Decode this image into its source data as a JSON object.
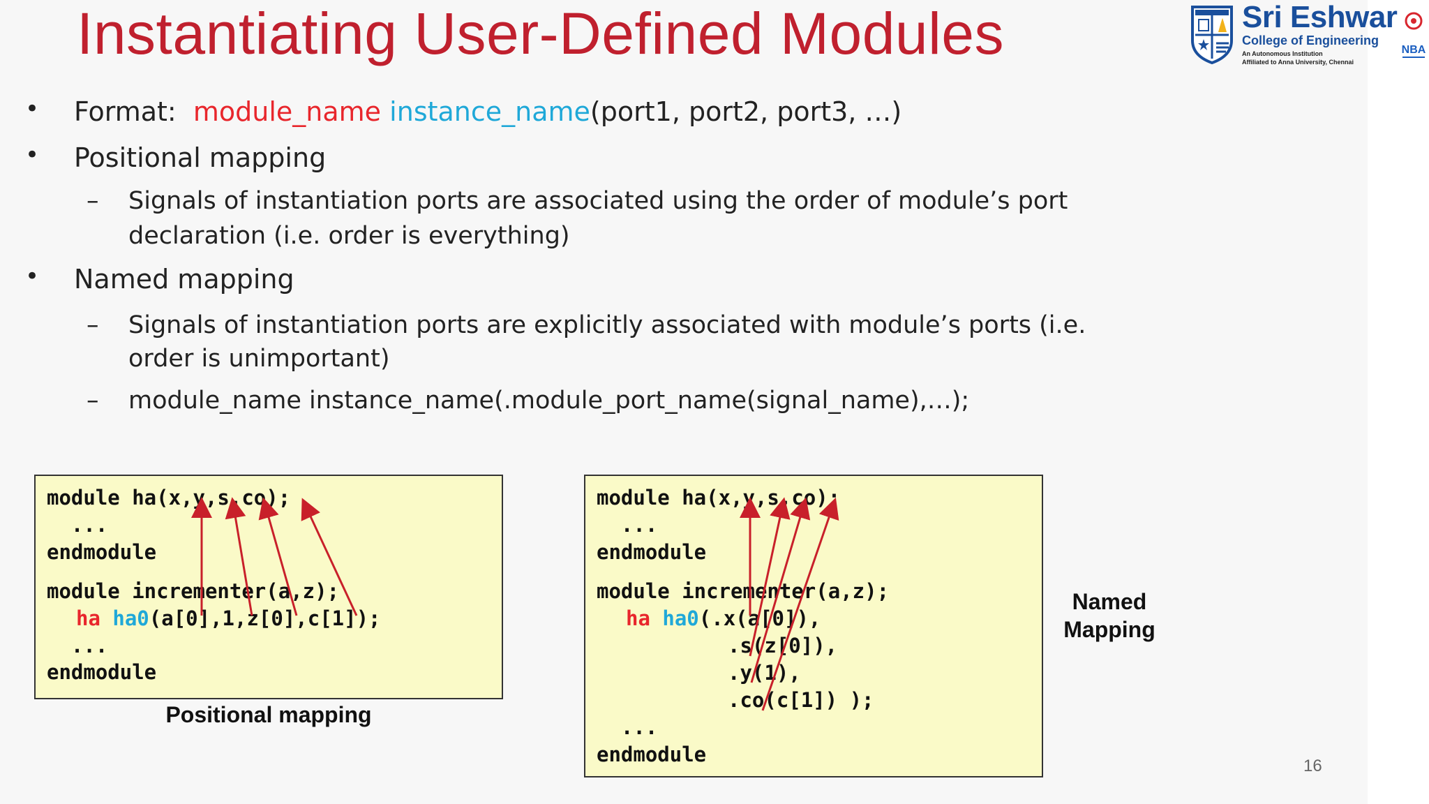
{
  "title": "Instantiating User-Defined Modules",
  "logo": {
    "name": "Sri Eshwar",
    "college": "College of Engineering",
    "line1": "An Autonomous Institution",
    "line2": "Affiliated to Anna University, Chennai",
    "badge": "NBA"
  },
  "bullets": {
    "format_label": "Format:",
    "format_module": "module_name",
    "format_instance": "instance_name",
    "format_ports": "(port1, port2, port3, …)",
    "positional_label": "Positional mapping",
    "positional_desc_1": "Signals of instantiation ports are associated using the order of module’s port",
    "positional_desc_2": "declaration (i.e. order is everything)",
    "named_label": "Named mapping",
    "named_desc_1": "Signals of instantiation ports are explicitly associated with module’s ports (i.e.",
    "named_desc_2": "order is unimportant)",
    "named_syntax": "module_name instance_name(.module_port_name(signal_name),…);"
  },
  "positional_code": {
    "line1": "module ha(x,y,s,co);",
    "line2": "  ...",
    "line3": "endmodule",
    "line4": "module incrementer(a,z);",
    "line5_kw": "ha",
    "line5_inst": "ha0",
    "line5_rest": "(a[0],1,z[0],c[1]);",
    "line6": "  ...",
    "line7": "endmodule",
    "caption": "Positional mapping"
  },
  "named_code": {
    "line1": "module ha(x,y,s,co);",
    "line2": "  ...",
    "line3": "endmodule",
    "line4": "module incrementer(a,z);",
    "line5_kw": "ha",
    "line5_inst": "ha0",
    "line5_rest": "(.x(a[0]),",
    "line6": ".s(z[0]),",
    "line7": ".y(1),",
    "line8": ".co(c[1]) );",
    "line9": "  ...",
    "line10": "endmodule",
    "caption_1": "Named",
    "caption_2": "Mapping"
  },
  "page_number": "16",
  "colors": {
    "title": "#c0202e",
    "module_name": "#e8262c",
    "instance_name": "#1fa8d8",
    "arrow": "#c8202a",
    "code_bg": "#fafac8",
    "logo_blue": "#1a4f9c"
  }
}
